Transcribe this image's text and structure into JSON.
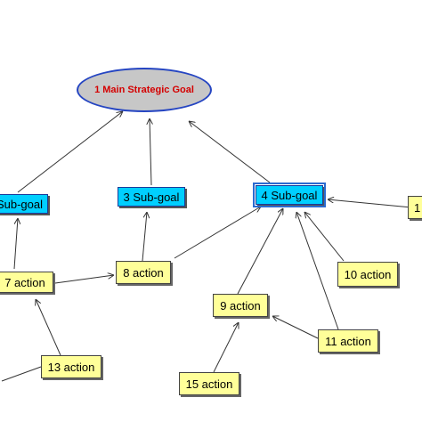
{
  "main_goal": {
    "label": "1 Main Strategic Goal"
  },
  "subgoals": {
    "left": "Sub-goal",
    "s3": "3 Sub-goal",
    "s4": "4 Sub-goal"
  },
  "actions": {
    "a7": "7 action",
    "a8": "8 action",
    "a9": "9 action",
    "a10": "10 action",
    "a11": "11 action",
    "a13": "13 action",
    "a15": "15 action",
    "right_partial": "1"
  },
  "colors": {
    "subgoal_fill": "#00cfff",
    "action_fill": "#ffff99",
    "main_goal_fill": "#c7c7c7",
    "main_goal_text": "#d40000",
    "main_goal_border": "#2545c2"
  }
}
